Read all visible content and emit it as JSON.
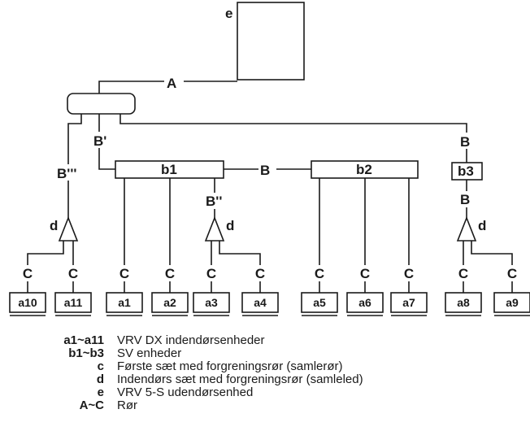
{
  "diagram": {
    "outdoor_label": "e",
    "main_pipe_label": "A",
    "branch_labels": {
      "b_prime": "B'",
      "b_triple_prime": "B'''",
      "b_double_prime": "B''",
      "b_between": "B",
      "b_right_top": "B",
      "b_right_bottom": "B"
    },
    "sv_units": [
      "b1",
      "b2",
      "b3"
    ],
    "indoor_units": [
      "a10",
      "a11",
      "a1",
      "a2",
      "a3",
      "a4",
      "a5",
      "a6",
      "a7",
      "a8",
      "a9"
    ],
    "pipe_c_label": "C",
    "joint_d_label": "d"
  },
  "legend": [
    {
      "key": "a1~a11",
      "desc": "VRV DX indendørsenheder"
    },
    {
      "key": "b1~b3",
      "desc": "SV enheder"
    },
    {
      "key": "c",
      "desc": "Første sæt med forgreningsrør (samlerør)"
    },
    {
      "key": "d",
      "desc": "Indendørs sæt med forgreningsrør (samleled)"
    },
    {
      "key": "e",
      "desc": "VRV 5-S udendørsenhed"
    },
    {
      "key": "A~C",
      "desc": "Rør"
    }
  ]
}
